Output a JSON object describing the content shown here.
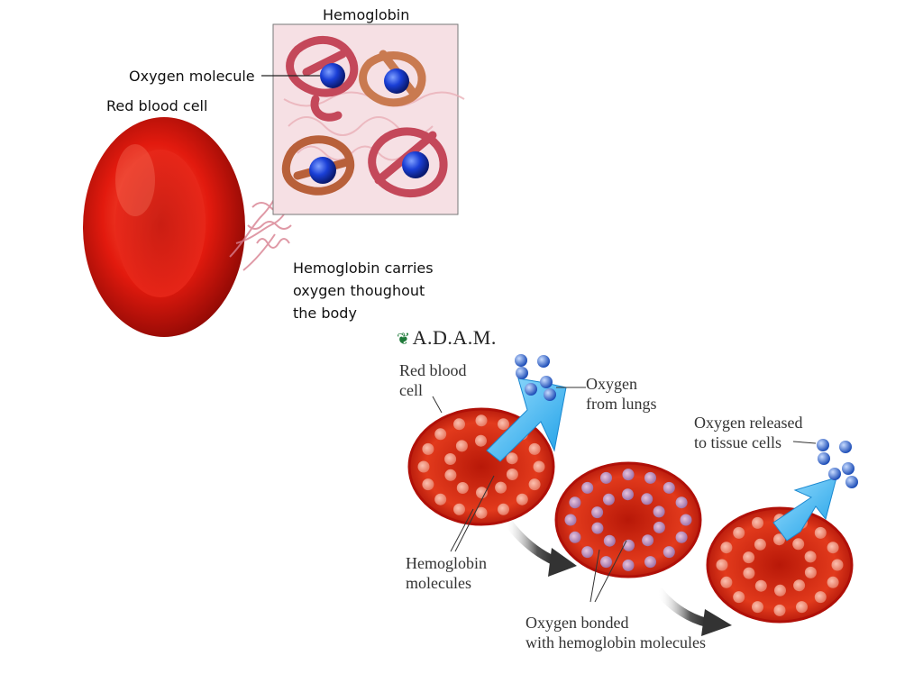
{
  "top_diagram": {
    "title": "Hemoglobin",
    "oxygen_molecule_label": "Oxygen molecule",
    "red_blood_cell_label": "Red blood cell",
    "caption_lines": [
      "Hemoglobin carries",
      "oxygen thoughout",
      "the body"
    ]
  },
  "bottom_diagram": {
    "logo_text": "A.D.A.M.",
    "red_blood_cell_lines": [
      "Red blood",
      "cell"
    ],
    "oxygen_from_lungs_lines": [
      "Oxygen",
      "from lungs"
    ],
    "oxygen_released_lines": [
      "Oxygen released",
      "to tissue cells"
    ],
    "hemoglobin_molecules_lines": [
      "Hemoglobin",
      "molecules"
    ],
    "oxygen_bonded_lines": [
      "Oxygen bonded",
      "with hemoglobin molecules"
    ]
  },
  "colors": {
    "cell_red": "#d81a10",
    "oxygen_blue": "#1a3fd6",
    "arrow_cyan": "#3fb6f0",
    "hemoglobin_pink": "#b94a5a"
  }
}
